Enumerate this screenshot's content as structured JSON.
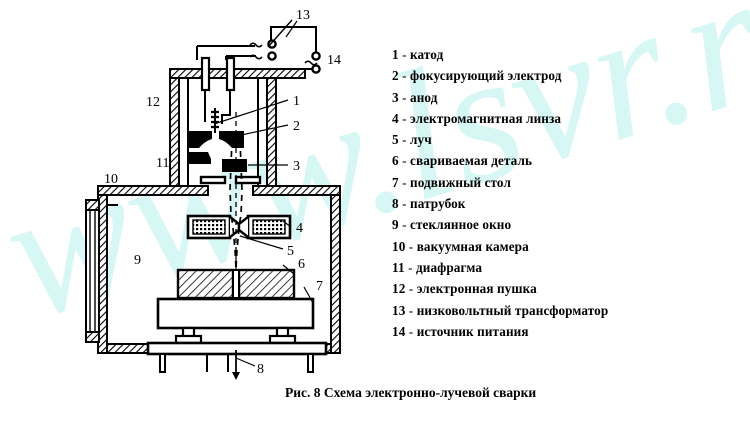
{
  "figure": {
    "caption": "Рис. 8  Схема электронно-лучевой сварки",
    "caption_label": "Рис. 8",
    "caption_title": "Схема электронно-лучевой сварки"
  },
  "watermark": {
    "text": "www.lsvr.ru",
    "color": "#d6f7f4"
  },
  "colors": {
    "ink": "#000000",
    "background": "#ffffff",
    "watermark": "#d6f7f4"
  },
  "legend": {
    "items": [
      {
        "num": "1",
        "dash": "-",
        "label": "катод"
      },
      {
        "num": "2",
        "dash": "-",
        "label": "фокусирующий электрод"
      },
      {
        "num": "3",
        "dash": "-",
        "label": "анод"
      },
      {
        "num": "4",
        "dash": "-",
        "label": "электромагнитная линза"
      },
      {
        "num": "5",
        "dash": "-",
        "label": "луч"
      },
      {
        "num": "6",
        "dash": "-",
        "label": "свариваемая деталь"
      },
      {
        "num": "7",
        "dash": "-",
        "label": "подвижный стол"
      },
      {
        "num": "8",
        "dash": "-",
        "label": "патрубок"
      },
      {
        "num": "9",
        "dash": "-",
        "label": "стеклянное окно"
      },
      {
        "num": "10",
        "dash": "-",
        "label": "вакуумная камера"
      },
      {
        "num": "11",
        "dash": "-",
        "label": "диафрагма"
      },
      {
        "num": "12",
        "dash": "-",
        "label": "электронная пушка"
      },
      {
        "num": "13",
        "dash": "-",
        "label": "низковольтный трансформатор"
      },
      {
        "num": "14",
        "dash": "-",
        "label": "источник питания"
      }
    ]
  },
  "diagram": {
    "callouts": [
      {
        "id": "c1",
        "text": "1"
      },
      {
        "id": "c2",
        "text": "2"
      },
      {
        "id": "c3",
        "text": "3"
      },
      {
        "id": "c4",
        "text": "4"
      },
      {
        "id": "c5",
        "text": "5"
      },
      {
        "id": "c6",
        "text": "6"
      },
      {
        "id": "c7",
        "text": "7"
      },
      {
        "id": "c8",
        "text": "8"
      },
      {
        "id": "c9",
        "text": "9"
      },
      {
        "id": "c10",
        "text": "10"
      },
      {
        "id": "c11",
        "text": "11"
      },
      {
        "id": "c12",
        "text": "12"
      },
      {
        "id": "c13",
        "text": "13"
      },
      {
        "id": "c14",
        "text": "14"
      }
    ],
    "symbols": {
      "ac_transformer": "≈",
      "ac_power": "≈"
    }
  }
}
